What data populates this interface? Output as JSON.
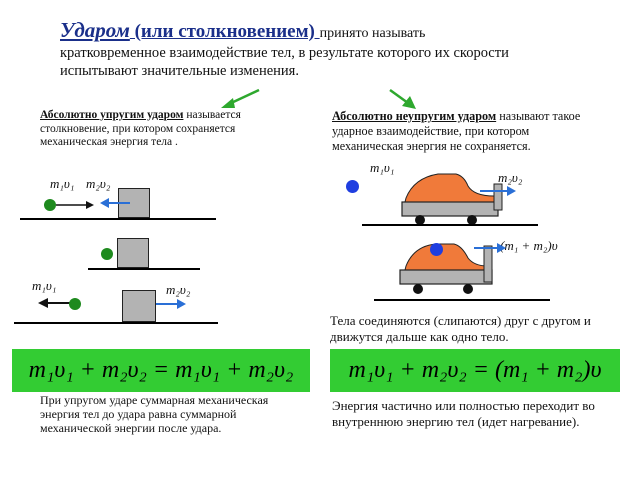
{
  "heading": {
    "emph1": "Ударом",
    "emph2": " (или столкновением) ",
    "rest": "принято называть",
    "line2": "кратковременное взаимодействие тел, в результате которого их скорости",
    "line3": "испытывают значительные изменения."
  },
  "left": {
    "term": "Абсолютно упругим ударом",
    "definition_rest": " называется столкновение, при котором сохраняется механическая энергия тела .",
    "label_m1v1": "m₁υ₁",
    "label_m2v2": "m₂υ₂",
    "label_after_m1v1": "m₁υ₁",
    "label_after_m2v2": "m₂υ₂",
    "formula": "m₁υ₁ + m₂υ₂ = m₁υ₁ + m₂υ₂",
    "note": "При упругом ударе суммарная механическая энергия тел до удара равна суммарной механической энергии после удара."
  },
  "right": {
    "term": "Абсолютно неупругим ударом",
    "definition_rest": " называют такое ударное взаимодействие, при котором механическая энергия не сохраняется.",
    "label_m1v1": "m₁υ₁",
    "label_m2v2": "m₂υ₂",
    "label_combined": "(m₁ + m₂)υ",
    "stick_note": "Тела соединяются (слипаются) друг с другом и движутся дальше как одно тело.",
    "formula": "m₁υ₁ + m₂υ₂ = (m₁ + m₂)υ",
    "energy_note": "Энергия частично или полностью переходит во внутреннюю энергию тел (идет нагревание)."
  },
  "colors": {
    "heading_blue": "#1a2f8a",
    "formula_green": "#33cc33",
    "arrow_green": "#2ea82e",
    "ball_green": "#1e8a1e",
    "ball_blue": "#1f3ee0",
    "cart_gray": "#b3b3b3",
    "cart_orange": "#f07a3a",
    "velocity_blue": "#2a6fd6"
  }
}
